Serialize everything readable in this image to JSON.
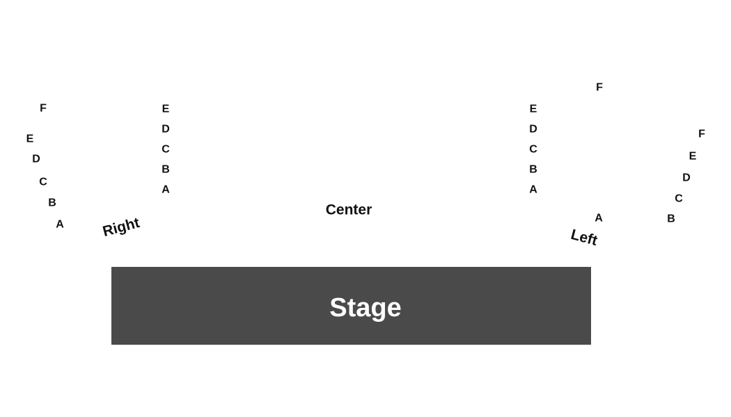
{
  "colors": {
    "stage": "#4a4a4a",
    "stage_text": "#ffffff",
    "label_text": "#111111"
  },
  "stage": {
    "label": "Stage"
  },
  "sections": {
    "right": {
      "label": "Right",
      "outer_rows": [
        "F",
        "E",
        "D",
        "C",
        "B",
        "A"
      ],
      "inner_rows": [
        "E",
        "D",
        "C",
        "B",
        "A"
      ]
    },
    "center": {
      "label": "Center"
    },
    "left": {
      "label": "Left",
      "inner_rows": [
        "E",
        "D",
        "C",
        "B",
        "A"
      ],
      "row_f": "F",
      "row_a": "A",
      "outer_rows": [
        "F",
        "E",
        "D",
        "C",
        "B"
      ]
    }
  }
}
